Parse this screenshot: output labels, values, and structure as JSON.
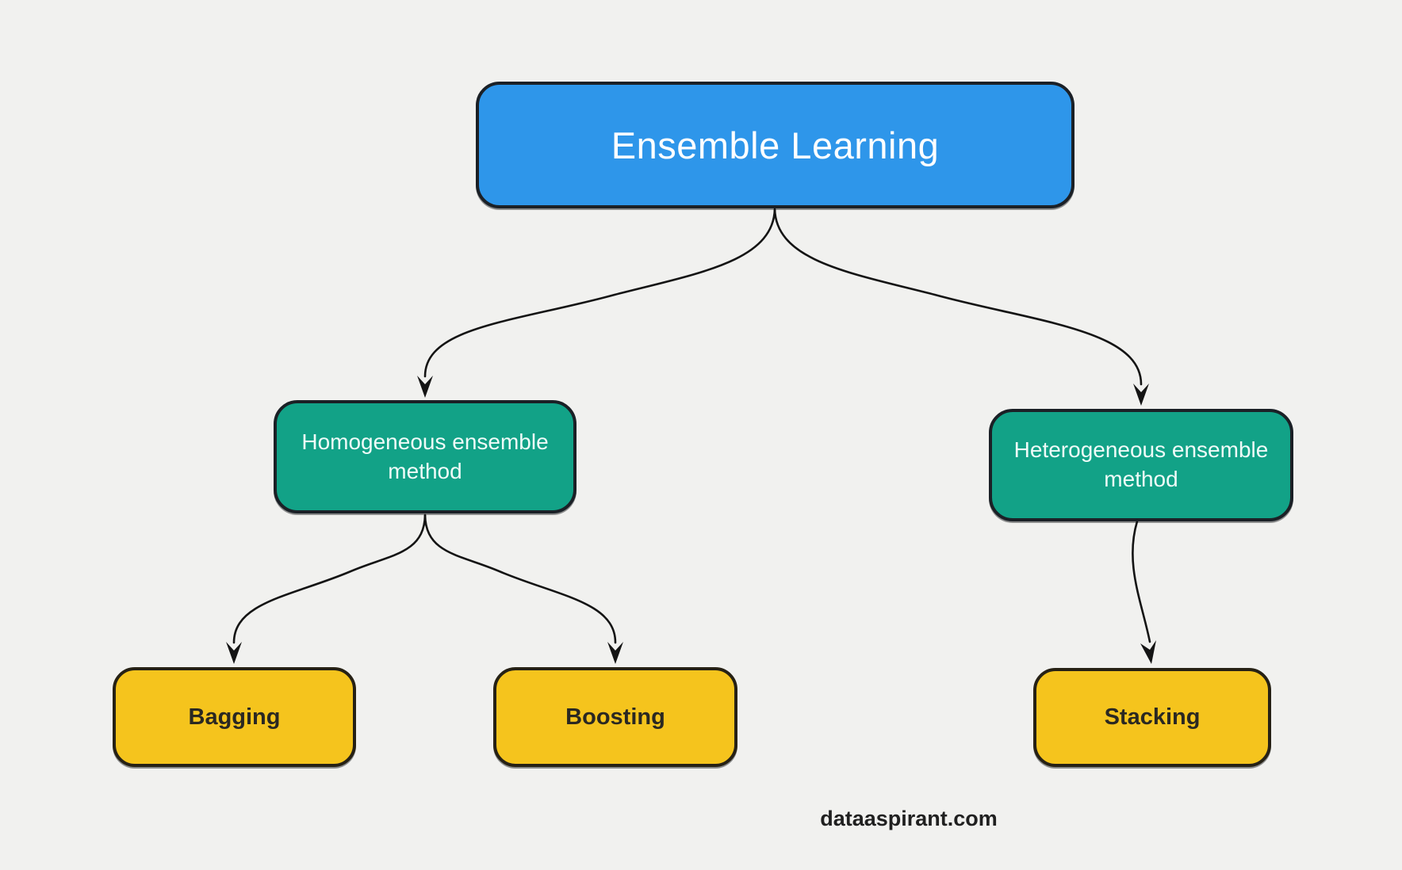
{
  "diagram": {
    "title_node": {
      "label": "Ensemble Learning"
    },
    "branch_nodes": [
      {
        "label": "Homogeneous ensemble method"
      },
      {
        "label": "Heterogeneous ensemble method"
      }
    ],
    "leaf_nodes": [
      {
        "label": "Bagging"
      },
      {
        "label": "Boosting"
      },
      {
        "label": "Stacking"
      }
    ],
    "connections": [
      {
        "from": "Ensemble Learning",
        "to": "Homogeneous ensemble method"
      },
      {
        "from": "Ensemble Learning",
        "to": "Heterogeneous ensemble method"
      },
      {
        "from": "Homogeneous ensemble method",
        "to": "Bagging"
      },
      {
        "from": "Homogeneous ensemble method",
        "to": "Boosting"
      },
      {
        "from": "Heterogeneous ensemble method",
        "to": "Stacking"
      }
    ]
  },
  "footer": {
    "text": "dataaspirant.com"
  },
  "colors": {
    "background": "#F1F1EF",
    "root_fill": "#2E96EA",
    "branch_fill": "#12A287",
    "leaf_fill": "#F5C41D",
    "node_outline": "#1B2026",
    "leaf_outline": "#262115",
    "arrow": "#141414",
    "root_text": "#FDFEFF",
    "branch_text": "#EFFBF8",
    "leaf_text": "#2A2822",
    "footer_text": "#202020"
  }
}
